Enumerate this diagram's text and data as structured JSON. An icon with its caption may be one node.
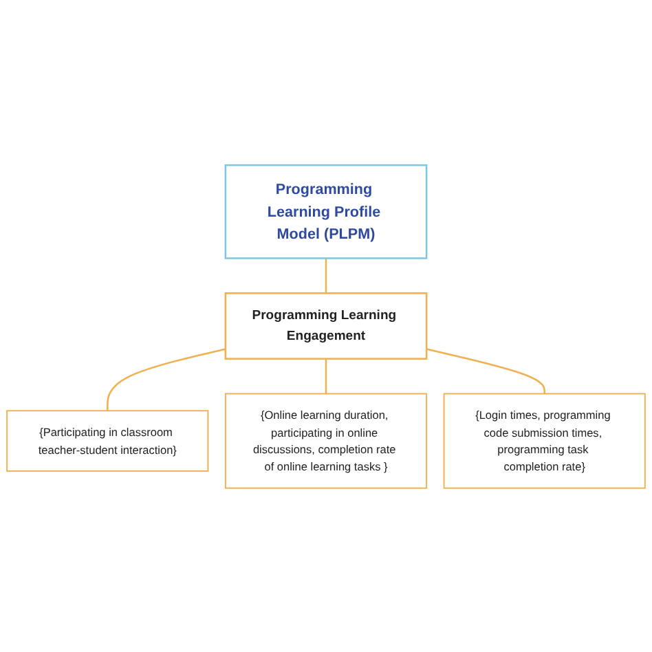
{
  "diagram": {
    "nodes": [
      {
        "text": [
          "Programming Learning Profile Model (PLPM)"
        ]
      },
      {
        "text": [
          "Programming Learning Engagement"
        ]
      },
      {
        "text": [
          "{Participating in classroom teacher-student interaction}"
        ]
      },
      {
        "text": [
          "{Online learning duration, participating in online discussions, completion rate of online learning tasks }"
        ]
      },
      {
        "text": [
          "{Login times, programming code submission times, programming task completion rate}"
        ]
      }
    ],
    "edges": [
      {
        "from": 0,
        "to": 1,
        "arrow": "none"
      },
      {
        "from": 1,
        "to": 2,
        "arrow": "none"
      },
      {
        "from": 1,
        "to": 3,
        "arrow": "none"
      },
      {
        "from": 1,
        "to": 4,
        "arrow": "none"
      }
    ]
  }
}
